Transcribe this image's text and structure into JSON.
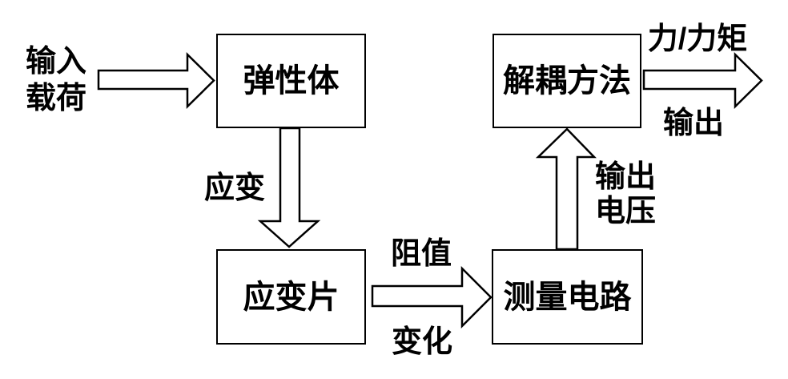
{
  "diagram": {
    "type": "flowchart",
    "nodes": [
      {
        "id": "elastic-body",
        "label": "弹性体"
      },
      {
        "id": "decoupling-method",
        "label": "解耦方法"
      },
      {
        "id": "strain-gauge",
        "label": "应变片"
      },
      {
        "id": "measurement-circuit",
        "label": "测量电路"
      }
    ],
    "edges": [
      {
        "from": "external-input",
        "to": "elastic-body",
        "label": "输入载荷",
        "direction": "right"
      },
      {
        "from": "elastic-body",
        "to": "strain-gauge",
        "label": "应变",
        "direction": "down"
      },
      {
        "from": "strain-gauge",
        "to": "measurement-circuit",
        "label": "阻值变化",
        "direction": "right"
      },
      {
        "from": "measurement-circuit",
        "to": "decoupling-method",
        "label": "输出电压",
        "direction": "up"
      },
      {
        "from": "decoupling-method",
        "to": "external-output",
        "label": "力/力矩输出",
        "direction": "right"
      }
    ],
    "labels": {
      "input_line1": "输入",
      "input_line2": "载荷",
      "strain": "应变",
      "resistance_line1": "阻值",
      "resistance_line2": "变化",
      "voltage_line1": "输出",
      "voltage_line2": "电压",
      "force_torque": "力/力矩",
      "output": "输出"
    },
    "colors": {
      "line": "#000000",
      "text": "#000000",
      "background": "#ffffff"
    }
  }
}
